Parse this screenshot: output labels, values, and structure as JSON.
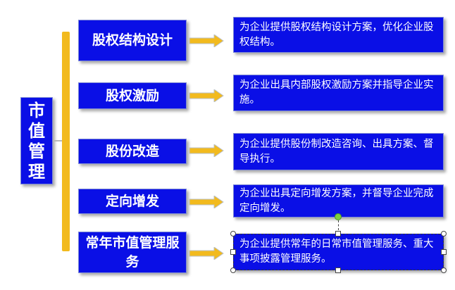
{
  "root": {
    "label": "市值管理"
  },
  "items": [
    {
      "category": "股权结构设计",
      "description": "为企业提供股权结构设计方案，优化企业股权结构。"
    },
    {
      "category": "股权激励",
      "description": "为企业出具内部股权激励方案并指导企业实施。"
    },
    {
      "category": "股份改造",
      "description": "为企业提供股份制改造咨询、出具方案、督导执行。"
    },
    {
      "category": "定向增发",
      "description": "为企业出具定向增发方案，并督导企业完成定向增发。"
    },
    {
      "category": "常年市值管理服务",
      "description": "为企业提供常年的日常市值管理服务、重大事项披露管理服务。"
    }
  ],
  "colors": {
    "box_fill": "#0a0fe6",
    "text": "#ffffff",
    "connector": "#f2ba1e"
  }
}
